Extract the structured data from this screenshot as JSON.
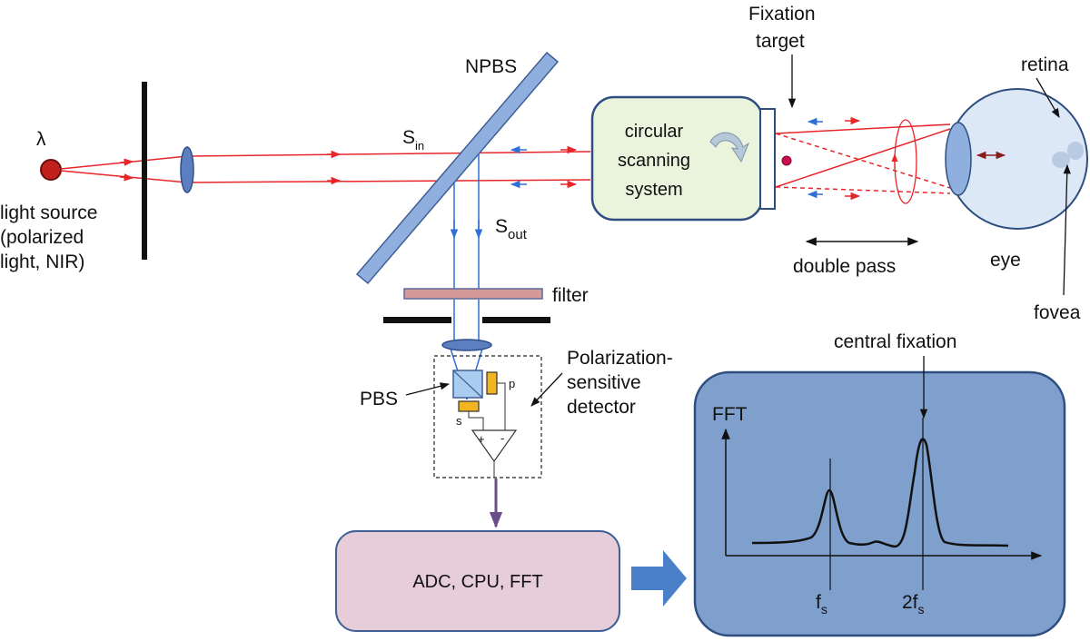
{
  "source": {
    "symbol": "λ",
    "label_lines": [
      "light source",
      "(polarized",
      "light, NIR)"
    ]
  },
  "npbs": {
    "label": "NPBS"
  },
  "signals": {
    "s_in": {
      "base": "S",
      "sub": "in"
    },
    "s_out": {
      "base": "S",
      "sub": "out"
    }
  },
  "scanner": {
    "label_lines": [
      "circular",
      "scanning",
      "system"
    ]
  },
  "fixation_target": {
    "label_lines": [
      "Fixation",
      "target"
    ]
  },
  "eye": {
    "retina_label": "retina",
    "eye_label": "eye",
    "fovea_label": "fovea",
    "double_pass_label": "double pass"
  },
  "filter": {
    "label": "filter"
  },
  "detector": {
    "pbs_label": "PBS",
    "p_label": "p",
    "s_label": "s",
    "plus": "+",
    "minus": "-",
    "label_lines": [
      "Polarization-",
      "sensitive",
      "detector"
    ]
  },
  "processor": {
    "label": "ADC, CPU, FFT"
  },
  "fft_panel": {
    "axis_label": "FFT",
    "annotation": "central fixation",
    "tick1": {
      "base": "f",
      "sub": "s"
    },
    "tick2": {
      "prefix": "2f",
      "sub": "s"
    }
  },
  "colors": {
    "beam_red": "#e8262a",
    "beam_blue": "#2f6fd6",
    "scanner_fill": "#eaf3dc",
    "processor_fill": "#e6cdd9",
    "fft_fill": "#7f9fcc",
    "lens_fill": "#5b7fbf",
    "filter_fill": "#d49a98",
    "detector_yellow": "#f2b520",
    "pbs_cube": "#a9cdf0",
    "eye_fill": "#dce8f6"
  }
}
